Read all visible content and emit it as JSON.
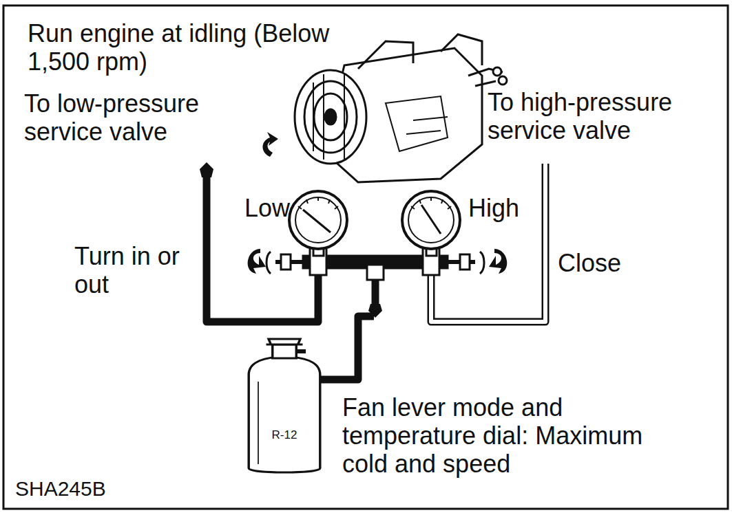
{
  "diagram": {
    "nodes": [
      {
        "text": [
          "R-12"
        ]
      }
    ],
    "labels": [
      "Run engine at idling (Below 1,500 rpm)",
      "To low-pressure service valve",
      "To high-pressure service valve",
      "Low",
      "High",
      "Turn in or out",
      "Close",
      "Fan lever mode and temperature dial: Maximum cold and speed",
      "SHA245B"
    ]
  }
}
